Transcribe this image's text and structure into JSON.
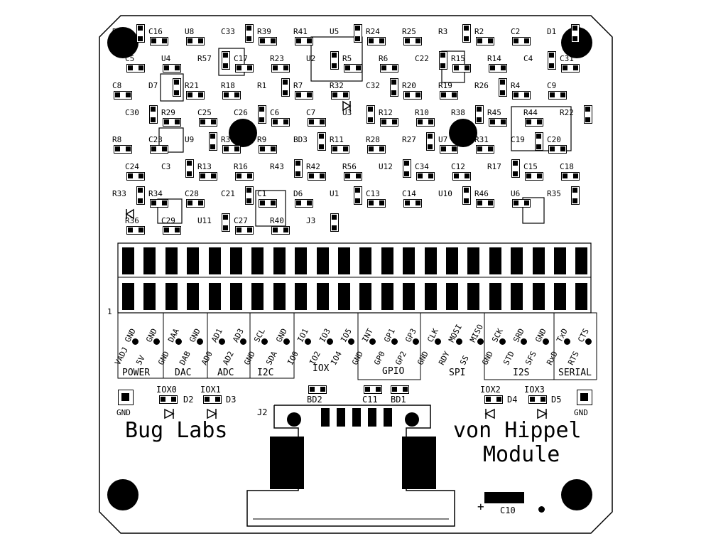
{
  "components": {
    "top_row": [
      "R47",
      "C16",
      "U8",
      "C33",
      "R39",
      "R41",
      "U5",
      "R24",
      "R25",
      "R3",
      "R2",
      "C2",
      "D1",
      "C5",
      "U4",
      "R57",
      "C17",
      "R23",
      "U2",
      "R5",
      "R6",
      "C22",
      "R15",
      "R14",
      "C4",
      "C31",
      "C8",
      "D7",
      "R21",
      "R18",
      "R1",
      "R7",
      "R32",
      "C32",
      "R20",
      "R19",
      "R26",
      "R4",
      "C9",
      "C30",
      "R29",
      "C25",
      "C26",
      "C6",
      "C7",
      "U3",
      "R12",
      "R10",
      "R38",
      "R45",
      "R44",
      "R22",
      "R8",
      "C23",
      "U9",
      "R30",
      "R9",
      "BD3",
      "R11",
      "R28",
      "R27",
      "U7",
      "R31",
      "C19",
      "C20",
      "C24",
      "C3",
      "R13",
      "R16",
      "R43",
      "R42",
      "R56",
      "U12",
      "C34",
      "C12",
      "R17",
      "C15",
      "C18",
      "R33",
      "R34",
      "C28",
      "C21",
      "C1",
      "D6",
      "U1",
      "C13",
      "C14",
      "U10",
      "R46",
      "U6",
      "R35",
      "R36",
      "C29",
      "U11",
      "C27",
      "R40",
      "J3"
    ]
  },
  "pins_top": [
    "GND",
    "GND",
    "DAA",
    "GND",
    "AD1",
    "AD3",
    "SCL",
    "GND",
    "IO1",
    "IO3",
    "IO5",
    "INT",
    "GP1",
    "GP3",
    "CLK",
    "MOSI",
    "MISO",
    "SCK",
    "SRD",
    "GND",
    "TxD",
    "CTS"
  ],
  "pins_bottom": [
    "VADJ",
    "5V",
    "GND",
    "DAB",
    "AD0",
    "AD2",
    "GND",
    "SDA",
    "IO0",
    "IO2",
    "IO4",
    "GND",
    "GP0",
    "GP2",
    "GND",
    "RDY",
    "SS",
    "GND",
    "STD",
    "SFS",
    "RxD",
    "RTS"
  ],
  "groups": [
    "POWER",
    "DAC",
    "ADC",
    "I2C",
    "IOX",
    "GPIO",
    "SPI",
    "I2S",
    "SERIAL"
  ],
  "connector_pin1": "1",
  "left_labels": [
    "IOX0",
    "D2",
    "IOX1",
    "D3",
    "GND",
    "J2"
  ],
  "right_labels": [
    "IOX2",
    "D4",
    "IOX3",
    "D5",
    "GND"
  ],
  "center_labels": [
    "BD2",
    "C11",
    "BD1"
  ],
  "brand": "Bug Labs",
  "title_line1": "von Hippel",
  "title_line2": "Module",
  "bottom_cap": "C10",
  "plus": "+"
}
